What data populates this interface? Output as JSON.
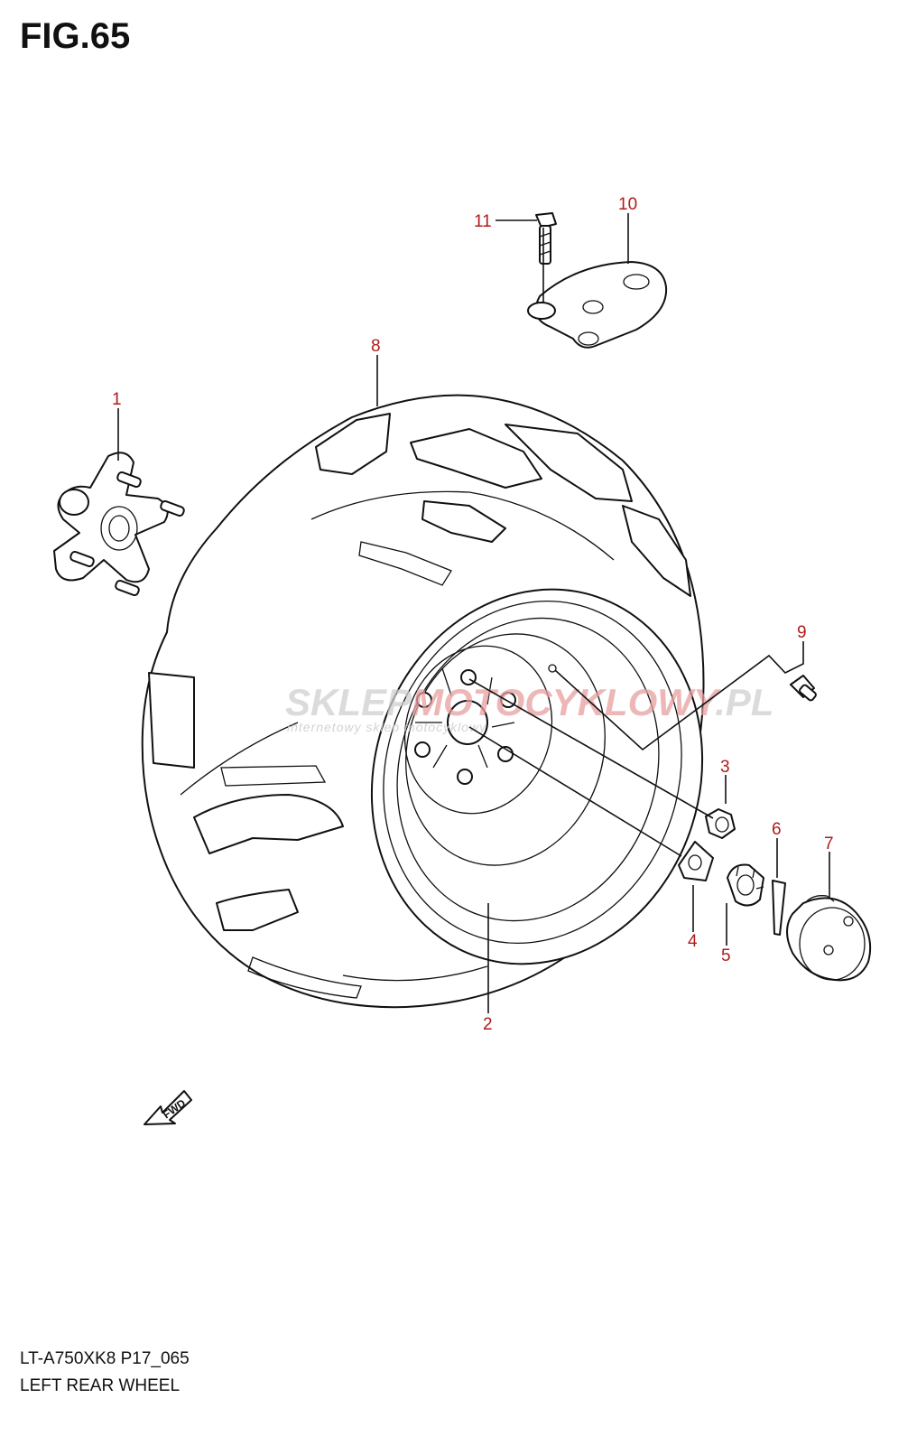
{
  "figure": {
    "title": "FIG.65",
    "code": "LT-A750XK8 P17_065",
    "caption": "LEFT REAR WHEEL"
  },
  "callouts": [
    "1",
    "2",
    "3",
    "4",
    "5",
    "6",
    "7",
    "8",
    "9",
    "10",
    "11"
  ],
  "watermark": {
    "brand_main": "SKLEP",
    "brand_accent": "MOTOCYKLOWY",
    "brand_domain": ".PL",
    "tagline": "internetowy sklep motocyklowy"
  },
  "direction_marker": "FWD",
  "colors": {
    "callout_text": "#b01a1a",
    "line_art": "#111111",
    "watermark": "#cfcfcf"
  }
}
